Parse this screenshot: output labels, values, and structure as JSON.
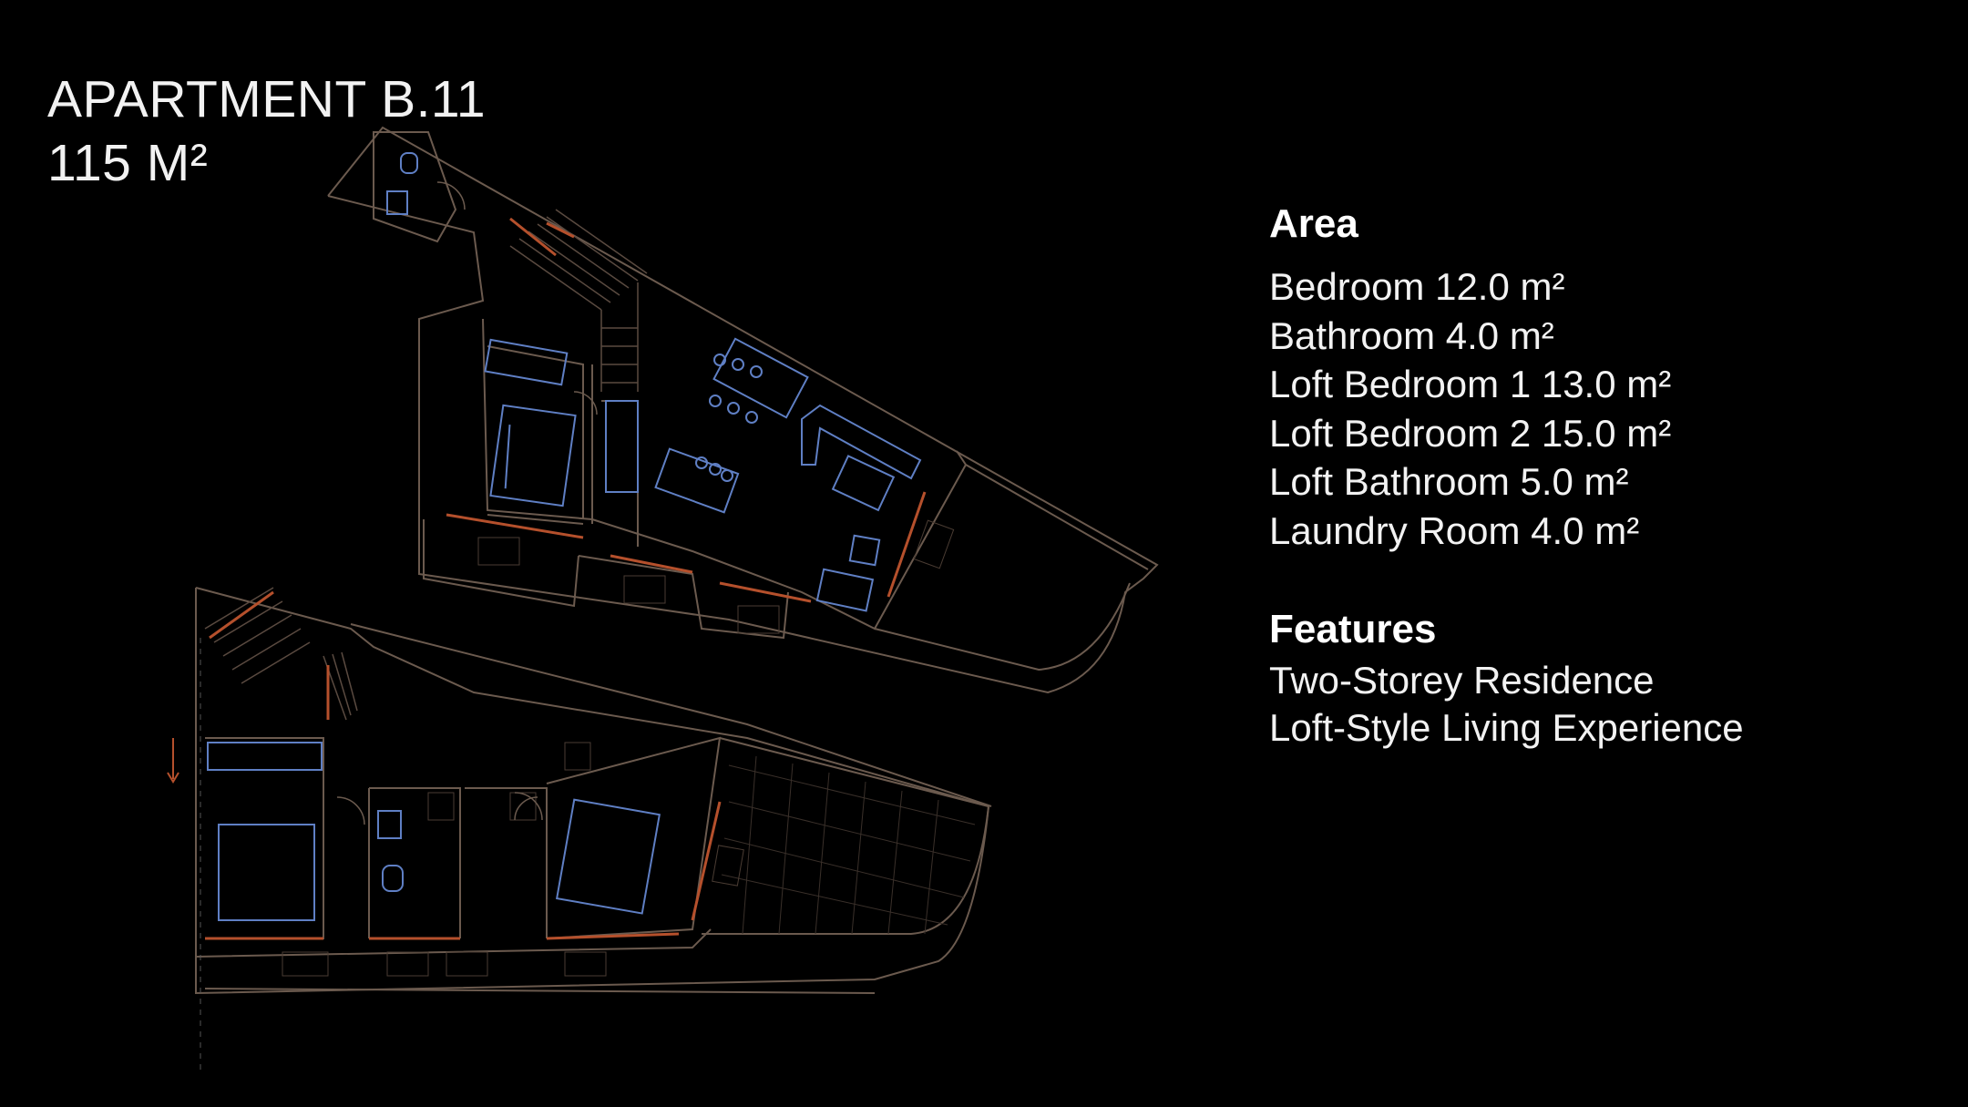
{
  "header": {
    "title": "APARTMENT B.11",
    "total_area": "115 M²"
  },
  "area_section": {
    "heading": "Area",
    "rooms": [
      "Bedroom 12.0 m²",
      "Bathroom 4.0 m²",
      "Loft Bedroom 1 13.0 m²",
      "Loft Bedroom 2 15.0 m²",
      "Loft Bathroom 5.0 m²",
      "Laundry Room 4.0 m²"
    ]
  },
  "features_section": {
    "heading": "Features",
    "items": [
      "Two-Storey Residence",
      "Loft-Style Living Experience"
    ]
  },
  "colors": {
    "background": "#000000",
    "text": "#f2f2f2",
    "wall_line": "#6b5a4e",
    "accent_line": "#b5502c",
    "furniture_line": "#5f7fc4"
  }
}
